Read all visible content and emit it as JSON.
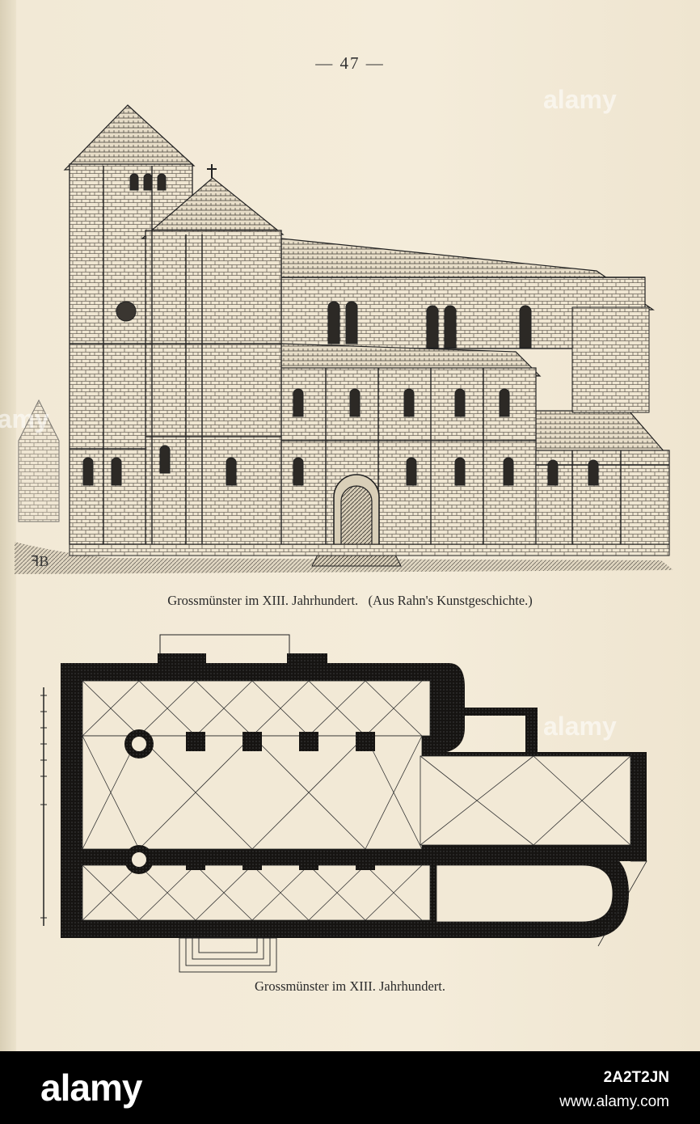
{
  "page": {
    "number": "— 47 —"
  },
  "figures": [
    {
      "caption": "Grossmünster im XIII. Jahrhundert.   (Aus Rahn's Kunstgeschichte.)"
    },
    {
      "caption": "Grossmünster im XIII. Jahrhundert."
    }
  ],
  "watermark": {
    "text": "alamy"
  },
  "footer": {
    "logo": "alamy",
    "image_id": "2A2T2JN",
    "url": "www.alamy.com"
  },
  "colors": {
    "paper": "#f2e9d6",
    "ink": "#2a2a2a",
    "footer": "#000000"
  }
}
